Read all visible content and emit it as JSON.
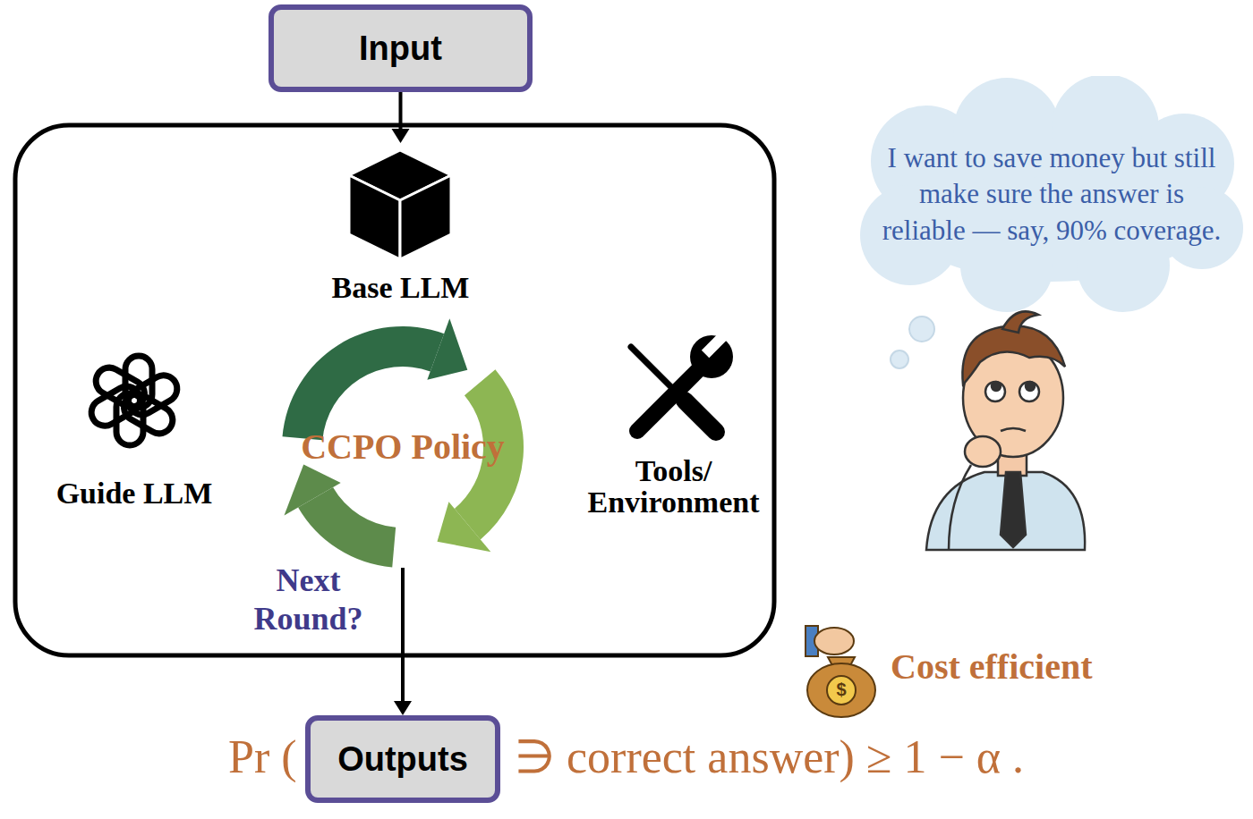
{
  "diagram": {
    "nodes": [
      {
        "text": [
          "Input"
        ]
      },
      {
        "text": [
          "Base LLM"
        ]
      },
      {
        "text": [
          "Guide LLM"
        ]
      },
      {
        "text": [
          "CCPO Policy"
        ]
      },
      {
        "text": [
          "Tools/ Environment"
        ]
      },
      {
        "text": [
          "I want to save money but still make sure the answer is reliable — say, 90% coverage."
        ]
      },
      {
        "text": [
          "Outputs"
        ]
      }
    ],
    "edges": [
      {
        "from": 0,
        "to": 1,
        "arrow": "to"
      },
      {
        "from": 3,
        "to": 6,
        "arrow": "to"
      }
    ],
    "labels": [
      "Next Round?",
      "Cost efficient",
      "$",
      "Pr (",
      "∋ correct answer) ≥ 1 − α ."
    ]
  }
}
